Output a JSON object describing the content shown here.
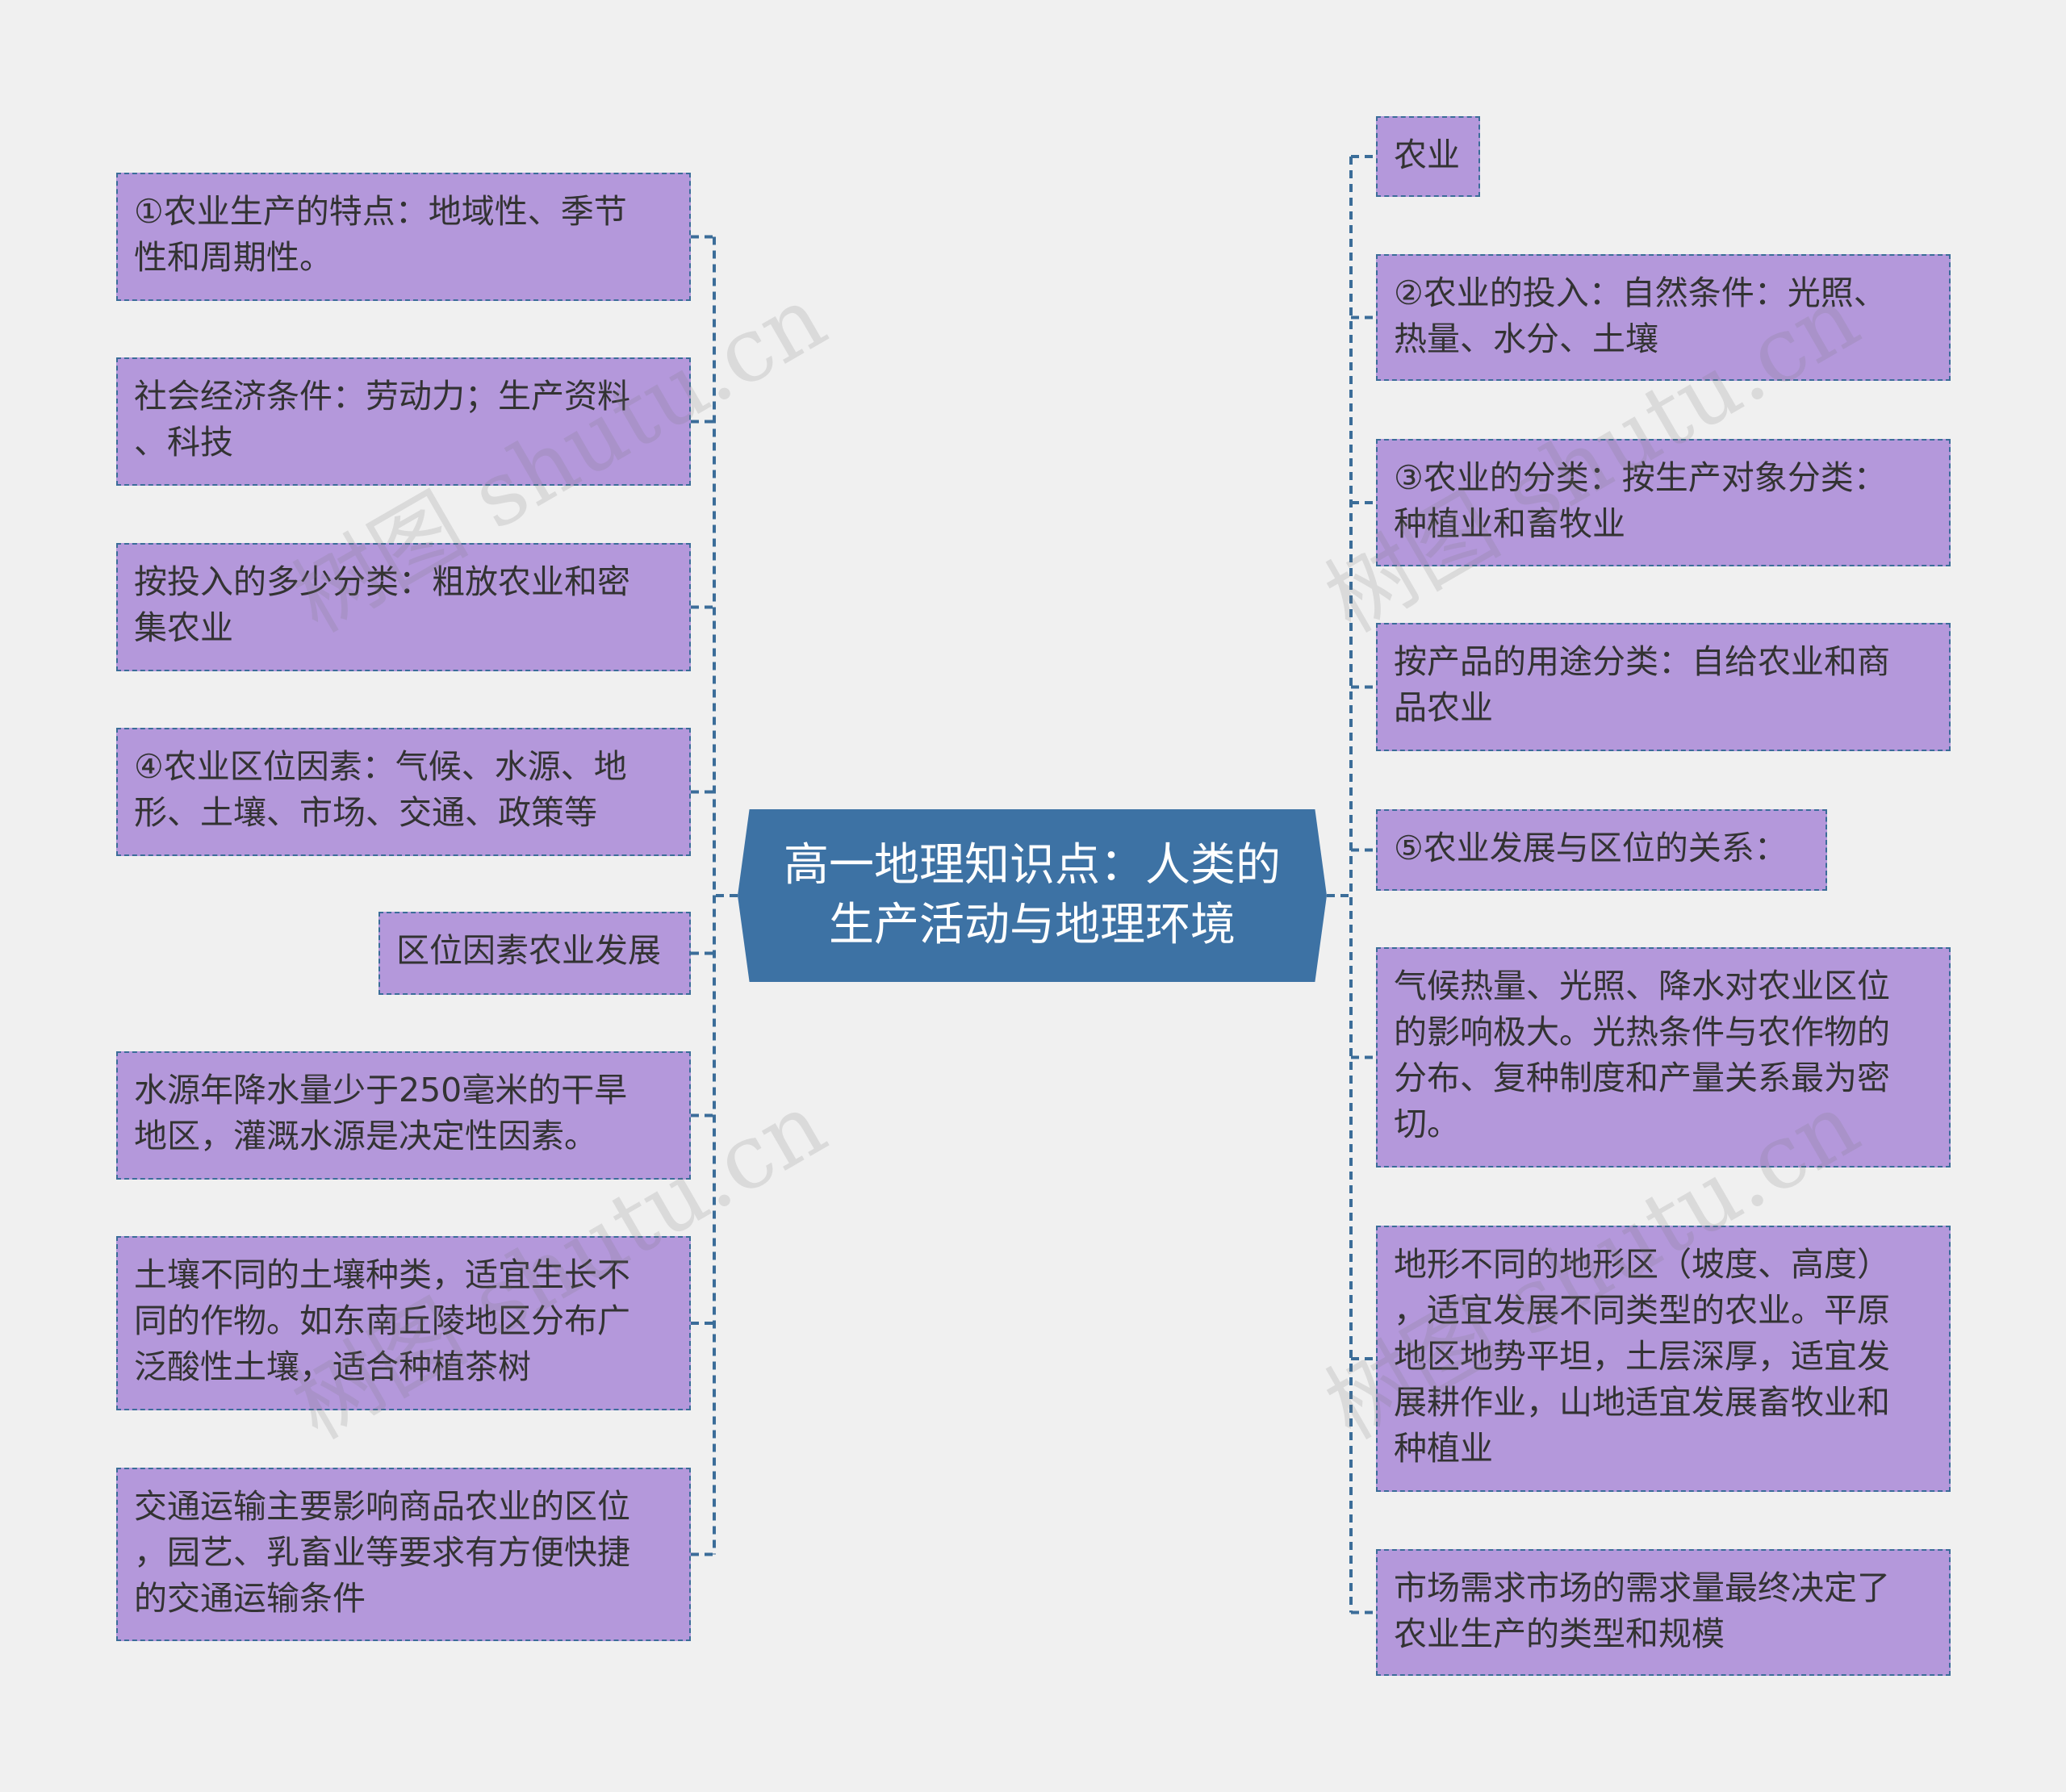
{
  "center": "高一地理知识点：人类的\n生产活动与地理环境",
  "left_nodes": [
    "①农业生产的特点：地域性、季节\n性和周期性。",
    "社会经济条件：劳动力；生产资料\n、科技",
    "按投入的多少分类：粗放农业和密\n集农业",
    "④农业区位因素：气候、水源、地\n形、土壤、市场、交通、政策等",
    "区位因素农业发展",
    "水源年降水量少于250毫米的干旱\n地区，灌溉水源是决定性因素。",
    "土壤不同的土壤种类，适宜生长不\n同的作物。如东南丘陵地区分布广\n泛酸性土壤，适合种植茶树",
    "交通运输主要影响商品农业的区位\n，园艺、乳畜业等要求有方便快捷\n的交通运输条件"
  ],
  "right_nodes": [
    "农业",
    "②农业的投入：自然条件：光照、\n热量、水分、土壤",
    "③农业的分类：按生产对象分类：\n种植业和畜牧业",
    "按产品的用途分类：自给农业和商\n品农业",
    "⑤农业发展与区位的关系：",
    "气候热量、光照、降水对农业区位\n的影响极大。光热条件与农作物的\n分布、复种制度和产量关系最为密\n切。",
    "地形不同的地形区（坡度、高度）\n，适宜发展不同类型的农业。平原\n地区地势平坦，土层深厚，适宜发\n展耕作业，山地适宜发展畜牧业和\n种植业",
    "市场需求市场的需求量最终决定了\n农业生产的类型和规模"
  ],
  "watermark": "树图 shutu.cn",
  "colors": {
    "node_fill": "#b498db",
    "node_border": "#3b6d99",
    "center_fill": "#3d72a4",
    "background": "#f0f0f0"
  }
}
